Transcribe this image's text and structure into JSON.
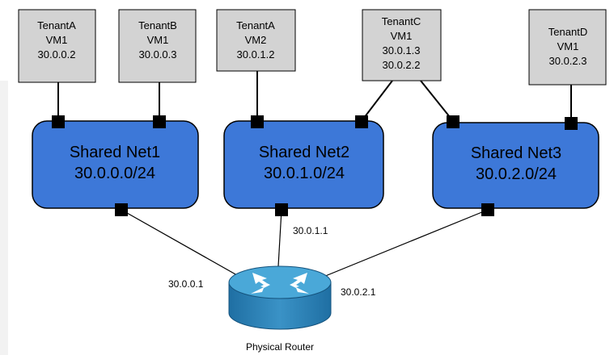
{
  "vms": [
    {
      "id": "ta-vm1",
      "tenant": "TenantA",
      "vm": "VM1",
      "ips": [
        "30.0.0.2"
      ]
    },
    {
      "id": "tb-vm1",
      "tenant": "TenantB",
      "vm": "VM1",
      "ips": [
        "30.0.0.3"
      ]
    },
    {
      "id": "ta-vm2",
      "tenant": "TenantA",
      "vm": "VM2",
      "ips": [
        "30.0.1.2"
      ]
    },
    {
      "id": "tc-vm1",
      "tenant": "TenantC",
      "vm": "VM1",
      "ips": [
        "30.0.1.3",
        "30.0.2.2"
      ]
    },
    {
      "id": "td-vm1",
      "tenant": "TenantD",
      "vm": "VM1",
      "ips": [
        "30.0.2.3"
      ]
    }
  ],
  "networks": [
    {
      "id": "net1",
      "name": "Shared Net1",
      "cidr": "30.0.0.0/24"
    },
    {
      "id": "net2",
      "name": "Shared Net2",
      "cidr": "30.0.1.0/24"
    },
    {
      "id": "net3",
      "name": "Shared Net3",
      "cidr": "30.0.2.0/24"
    }
  ],
  "gateways": [
    {
      "network": "net1",
      "ip": "30.0.0.1"
    },
    {
      "network": "net2",
      "ip": "30.0.1.1"
    },
    {
      "network": "net3",
      "ip": "30.0.2.1"
    }
  ],
  "router": {
    "label": "Physical Router"
  },
  "colors": {
    "vm_fill": "#d3d3d3",
    "net_fill": "#3d78d8",
    "router_top": "#4aa8d8",
    "router_side": "#2f83b8",
    "port": "#000000"
  }
}
